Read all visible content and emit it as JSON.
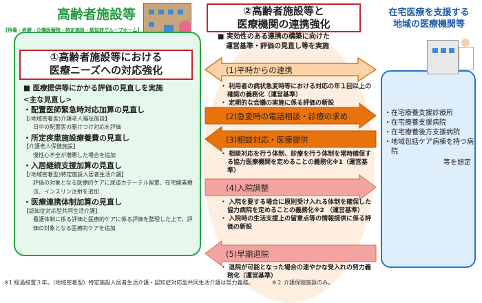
{
  "left": {
    "title": "高齢者施設等",
    "subtitle": "【特養・老健・介護医療院・特定施設・認知症グループホーム】",
    "box_title_1": "①高齢者施設等における",
    "box_title_2": "医療ニーズへの対応強化",
    "heading": "■ 医療提供等にかかる評価の見直しを実施",
    "sub_heading": "<主な見直し>",
    "items": [
      {
        "title": "・配置医師緊急時対応加算の見直し",
        "category": "【(地域密着型)介護老人福祉施設】",
        "desc": "日中の配置医の駆けつけ対応を評価"
      },
      {
        "title": "・所定疾患施設療養費の見直し",
        "category": "【介護老人保健施設】",
        "desc": "慢性心不全が増悪した場合を追加"
      },
      {
        "title": "・入居継続支援加算の見直し",
        "category": "【(地域密着型)特定施設入居者生活介護】",
        "desc": "評価の対象となる医療的ケアに尿道カテーテル留置、在宅酸素療法、インスリン注射を追加"
      },
      {
        "title": "・医療連携体制加算の見直し",
        "category": "【認知症対応型共同生活介護】",
        "desc": "看護体制に係る評価と医療的ケアに係る評価を整理した上で、評価の対象となる医療的ケアを追加"
      }
    ]
  },
  "middle": {
    "title_1": "②高齢者施設等と",
    "title_2": "医療機関の連携強化",
    "note_1": "■ 実効性のある連携の構築に向けた",
    "note_2": "運営基準・評価の見直し等を実施",
    "arrows": [
      {
        "label": "(1)平時からの連携",
        "bullets": [
          "利用者の病状急変時等における対応の年１回以上の確認の義務化（運営基準）",
          "定期的な会議の実施に係る評価の新設"
        ]
      },
      {
        "label": "(2)急変時の電話相談・診療の求め",
        "bullets": []
      },
      {
        "label": "(3)相談対応・医療提供",
        "bullets": [
          "相談対応を行う体制、診療を行う体制を常時確保する協力医療機関を定めることの義務化※1（運営基準）"
        ]
      },
      {
        "label": "(4)入院調整",
        "bullets": [
          "入院を要する場合に原則受け入れる体制を確保した協力病院を定めることの義務化※2 （運営基準）",
          "入院時の生活支援上の留意点等の情報提供に係る評価の新設"
        ]
      },
      {
        "label": "(5)早期退院",
        "bullets": [
          "退院が可能となった場合の速やかな受入れの努力義務化（運営基準）"
        ]
      }
    ],
    "colors": {
      "light": "#fbd3a6",
      "dark": "#e8720c",
      "pink": "#f5a3a0"
    }
  },
  "right": {
    "title_1": "在宅医療を支援する",
    "title_2": "地域の医療機関等",
    "items": [
      "・在宅療養支援診療所",
      "・在宅療養支援病院",
      "・在宅療養後方支援病院",
      "・地域包括ケア病棟を持つ病院"
    ],
    "note": "等を想定"
  },
  "footnotes": {
    "note1": "※1 経過措置３年。（地域密着型）特定施設入居者生活介護・認知症対応型共同生活介護は努力義務。",
    "note2": "※２ 介護保険施設のみ。"
  }
}
